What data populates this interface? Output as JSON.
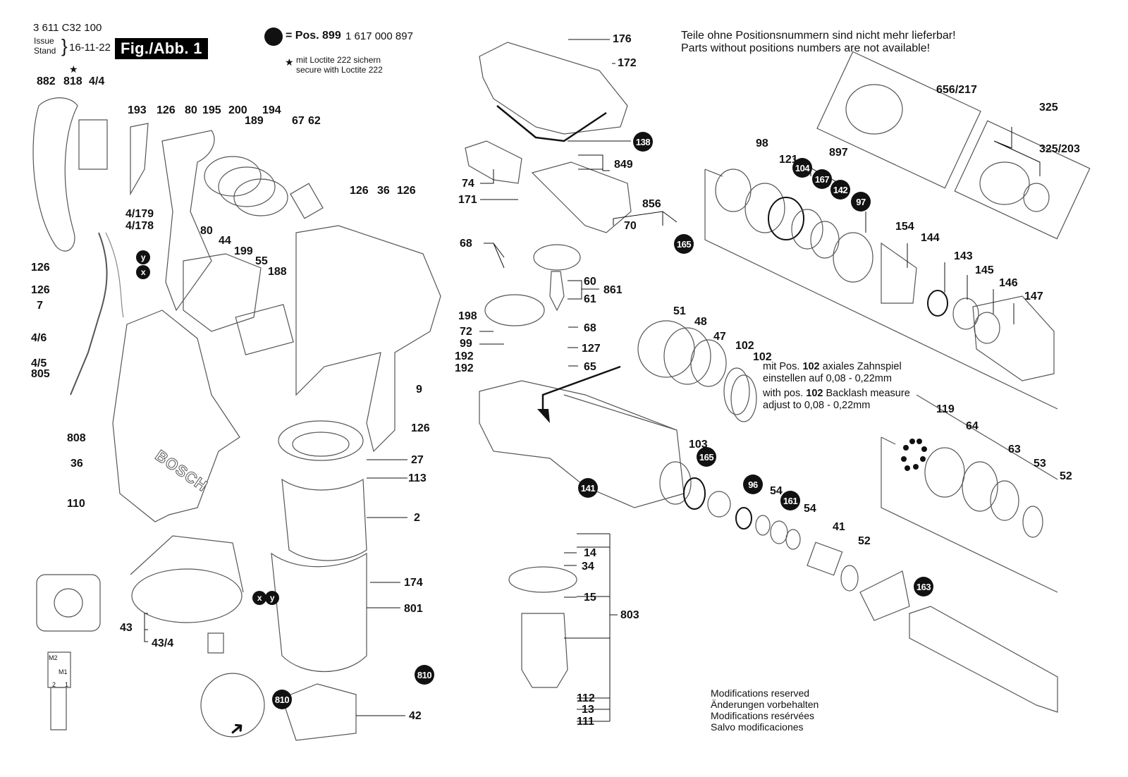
{
  "header": {
    "part_number": "3 611 C32 100",
    "issue_label": "Issue",
    "stand_label": "Stand",
    "issue_date": "16-11-22",
    "figure_label": "Fig./Abb. 1",
    "pos_equals": "= Pos. 899",
    "pos_number": "1 617 000 897",
    "loctite_de": "mit Loctite 222 sichern",
    "loctite_en": "secure with Loctite 222",
    "star_symbol": "★"
  },
  "notices": {
    "unavailable_de": "Teile ohne Positionsnummern sind nicht mehr lieferbar!",
    "unavailable_en": "Parts without positions numbers are not available!",
    "backlash_de_1a": "mit Pos. ",
    "backlash_pos": "102",
    "backlash_de_1b": " axiales Zahnspiel",
    "backlash_de_2": "einstellen auf 0,08 - 0,22mm",
    "backlash_en_1a": "with pos. ",
    "backlash_en_1b": " Backlash measure",
    "backlash_en_2": "adjust to 0,08 - 0,22mm",
    "modifications": [
      "Modifications reserved",
      "Änderungen vorbehalten",
      "Modifications resérvées",
      "Salvo modificaciones"
    ]
  },
  "labels": {
    "l882": "882",
    "l818": "818",
    "l4_4": "4/4",
    "l193": "193",
    "l126a": "126",
    "l80a": "80",
    "l195": "195",
    "l200": "200",
    "l194": "194",
    "l189": "189",
    "l67": "67",
    "l62": "62",
    "l126b": "126",
    "l36a": "36",
    "l126c": "126",
    "l4_179": "4/179",
    "l4_178": "4/178",
    "l126d": "126",
    "l80b": "80",
    "l44": "44",
    "l199": "199",
    "l55": "55",
    "l188": "188",
    "l126e": "126",
    "l7": "7",
    "l4_6": "4/6",
    "l4_5": "4/5",
    "l805": "805",
    "l9": "9",
    "l126f": "126",
    "l808": "808",
    "l36b": "36",
    "l110": "110",
    "l27": "27",
    "l113": "113",
    "l2": "2",
    "l174": "174",
    "l801": "801",
    "l43": "43",
    "l43_4": "43/4",
    "l42": "42",
    "l176": "176",
    "l172": "172",
    "l849": "849",
    "l74": "74",
    "l171": "171",
    "l856": "856",
    "l70": "70",
    "l68a": "68",
    "l60": "60",
    "l861": "861",
    "l61": "61",
    "l198": "198",
    "l72": "72",
    "l68b": "68",
    "l99": "99",
    "l127": "127",
    "l192a": "192",
    "l192b": "192",
    "l65": "65",
    "l14": "14",
    "l34": "34",
    "l15": "15",
    "l803": "803",
    "l112": "112",
    "l13": "13",
    "l111": "111",
    "l51": "51",
    "l48": "48",
    "l47": "47",
    "l102a": "102",
    "l102b": "102",
    "l103": "103",
    "l54a": "54",
    "l54b": "54",
    "l41": "41",
    "l52a": "52",
    "l656_217": "656/217",
    "l325": "325",
    "l325_203": "325/203",
    "l98": "98",
    "l121": "121",
    "l897": "897",
    "l154": "154",
    "l144": "144",
    "l143": "143",
    "l145": "145",
    "l146": "146",
    "l147": "147",
    "l119": "119",
    "l64": "64",
    "l63": "63",
    "l53": "53",
    "l52b": "52"
  },
  "badges": {
    "b138": "138",
    "b165a": "165",
    "b165b": "165",
    "b141": "141",
    "b104": "104",
    "b167": "167",
    "b142": "142",
    "b97": "97",
    "b96": "96",
    "b161": "161",
    "b163": "163",
    "b810a": "810",
    "b810b": "810",
    "by_a": "y",
    "bx_a": "x",
    "bx_b": "x",
    "by_b": "y"
  },
  "wiring": {
    "m2": "M2",
    "m1": "M1",
    "t2": "2",
    "t1": "1"
  },
  "brand_mark": "BOSCH"
}
